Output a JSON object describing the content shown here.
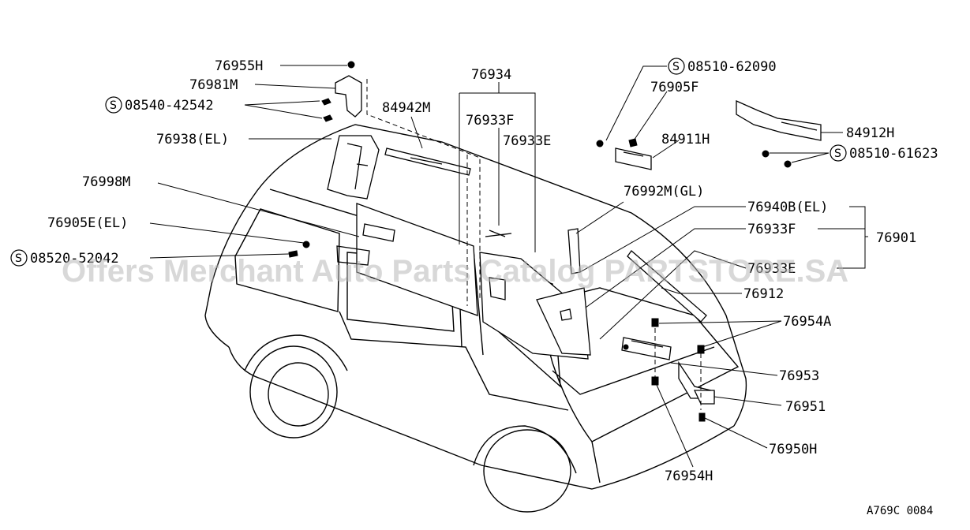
{
  "diagram": {
    "watermark": "Offers Merchant Auto Parts Catalog PARTSTORE.SA",
    "figure_code": "A769C 0084",
    "screw_symbol": "S",
    "labels": {
      "p76955H": "76955H",
      "p76981M": "76981M",
      "p08540": "08540-42542",
      "p84942M": "84942M",
      "p76934": "76934",
      "p76933F_top": "76933F",
      "p76933E": "76933E",
      "p76938": "76938(EL)",
      "p76998M": "76998M",
      "p76905E": "76905E(EL)",
      "p08520": "08520-52042",
      "p08510a": "08510-62090",
      "p76905F": "76905F",
      "p84911H": "84911H",
      "p84912H": "84912H",
      "p08510b": "08510-61623",
      "p76992M": "76992M(GL)",
      "p76940B": "76940B(EL)",
      "p76933F_right": "76933F",
      "p76901": "76901",
      "p76933E_right": "76933E",
      "p76912": "76912",
      "p76954A": "76954A",
      "p76953": "76953",
      "p76951": "76951",
      "p76950H": "76950H",
      "p76954H": "76954H"
    }
  }
}
